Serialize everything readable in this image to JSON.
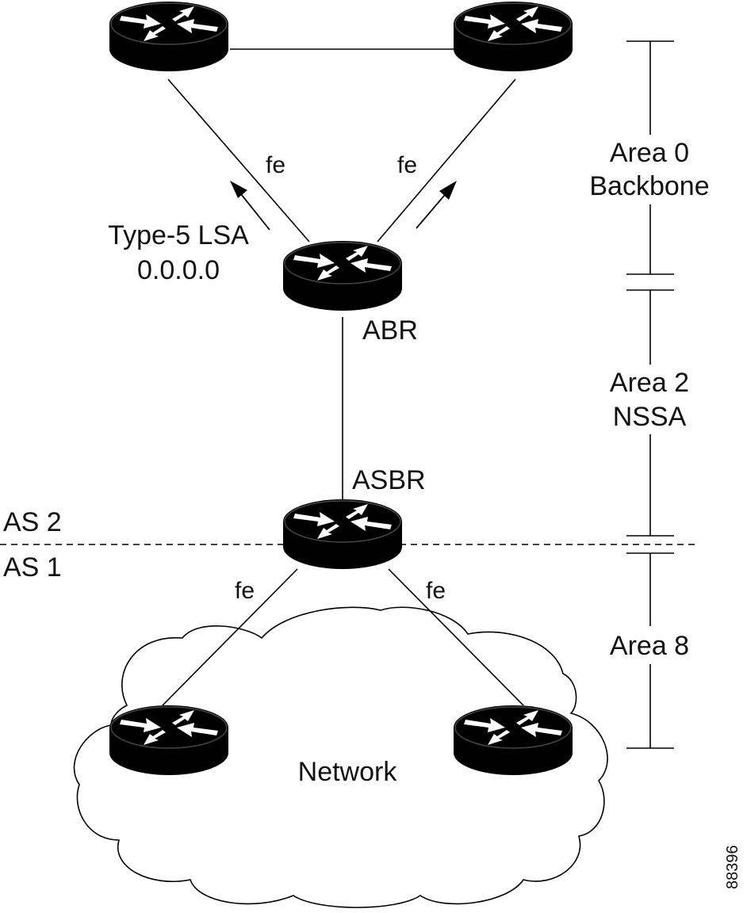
{
  "labels": {
    "fe": "fe",
    "type5_line1": "Type-5 LSA",
    "type5_line2": "0.0.0.0",
    "abr": "ABR",
    "asbr": "ASBR",
    "as2": "AS 2",
    "as1": "AS 1",
    "area0_line1": "Area 0",
    "area0_line2": "Backbone",
    "area2_line1": "Area 2",
    "area2_line2": "NSSA",
    "area8": "Area 8",
    "network": "Network",
    "figure_id": "88396"
  },
  "colors": {
    "router_body": "#000000",
    "router_arrows": "#ffffff",
    "lines": "#000000"
  },
  "icons": [
    "router-icon"
  ]
}
